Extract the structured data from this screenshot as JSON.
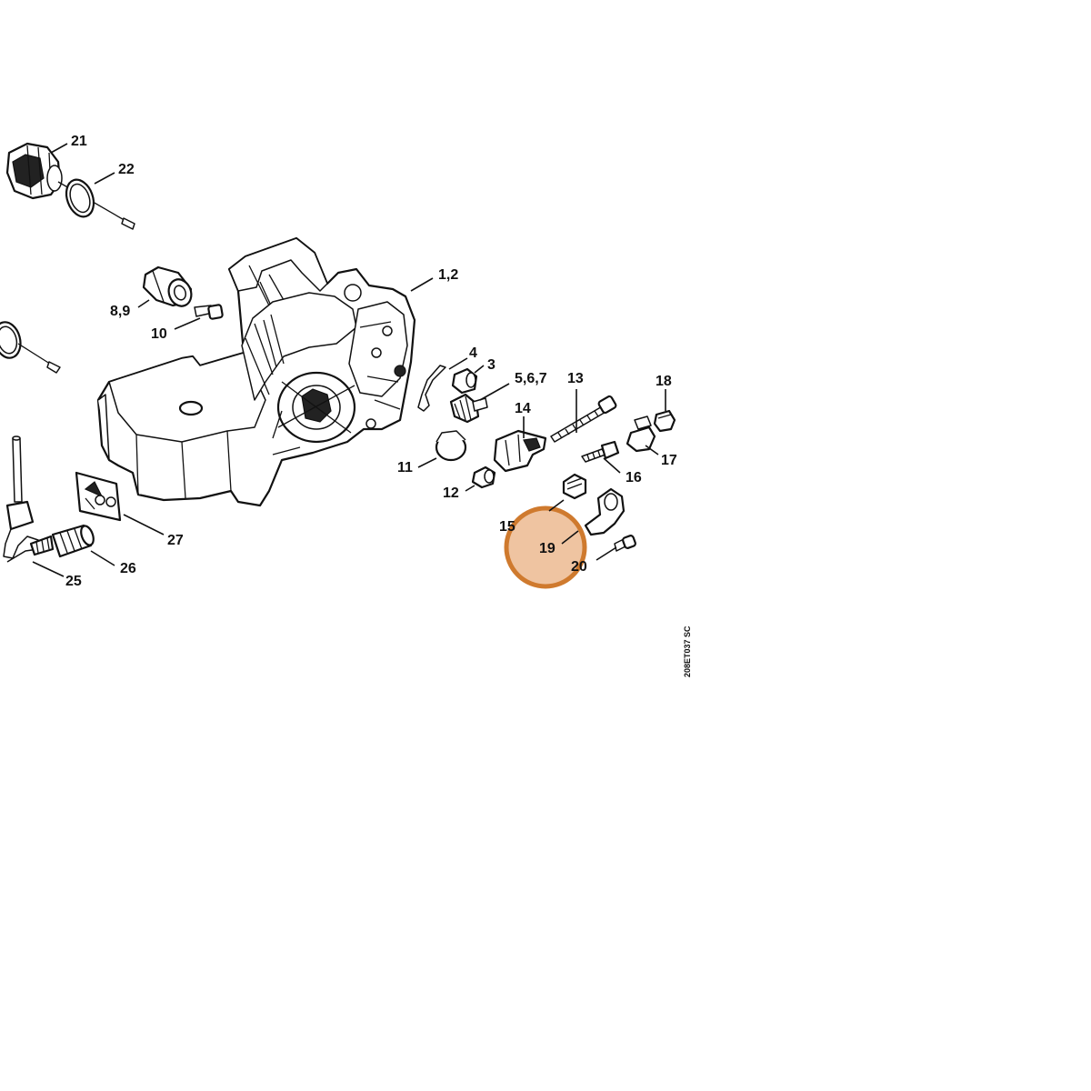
{
  "drawing_ref": "208ET037 SC",
  "highlight": {
    "part": "19",
    "color": "#E7A56E",
    "border_color": "#CF7A2E"
  },
  "callouts": {
    "c1_2": "1,2",
    "c3": "3",
    "c4": "4",
    "c5_6_7": "5,6,7",
    "c8_9": "8,9",
    "c10": "10",
    "c11": "11",
    "c12": "12",
    "c13": "13",
    "c14": "14",
    "c15": "15",
    "c16": "16",
    "c17": "17",
    "c18": "18",
    "c19": "19",
    "c20": "20",
    "c21": "21",
    "c22": "22",
    "c25": "25",
    "c26": "26",
    "c27": "27"
  }
}
